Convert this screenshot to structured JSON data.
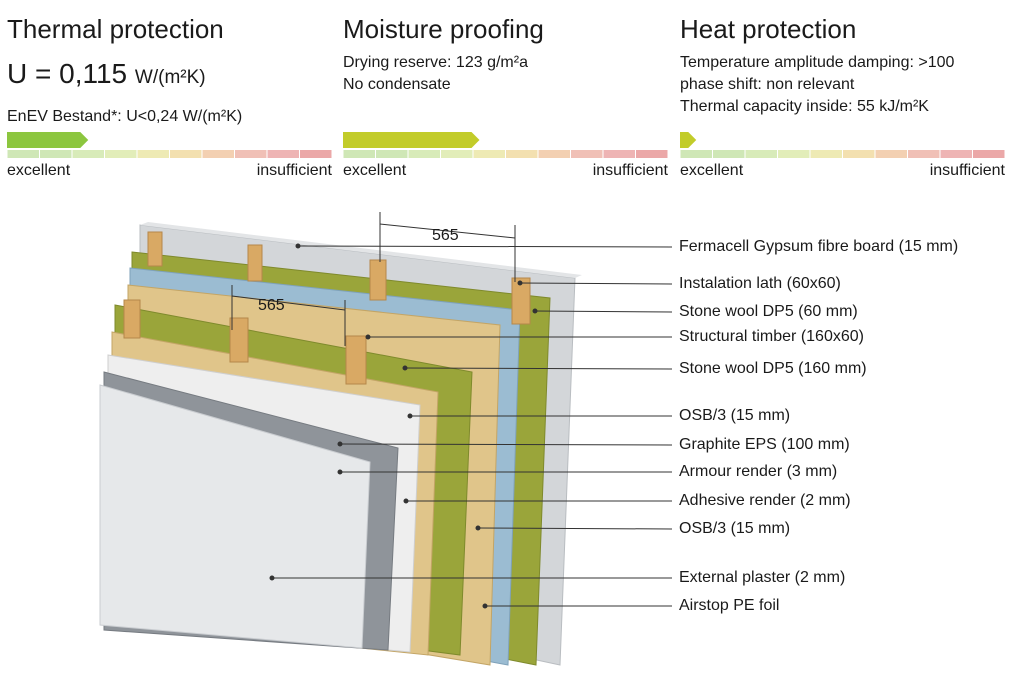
{
  "thermal": {
    "title": "Thermal protection",
    "u_prefix": "U = 0,115",
    "u_unit": "W/(m²K)",
    "enev": "EnEV Bestand*: U<0,24 W/(m²K)",
    "rating_fraction": 0.25,
    "scale_left": "excellent",
    "scale_right": "insufficient"
  },
  "moisture": {
    "title": "Moisture proofing",
    "line1": "Drying reserve: 123 g/m²a",
    "line2": "No condensate",
    "rating_fraction": 0.42,
    "scale_left": "excellent",
    "scale_right": "insufficient"
  },
  "heat": {
    "title": "Heat protection",
    "line1": "Temperature amplitude damping: >100",
    "line2": "phase shift: non relevant",
    "line3": "Thermal capacity inside: 55 kJ/m²K",
    "rating_fraction": 0.05,
    "scale_left": "excellent",
    "scale_right": "insufficient"
  },
  "colors": {
    "good": "#8cc63f",
    "mid": "#c2cc2a",
    "bad": "#e8a0a0",
    "stone_wool": "#9aa53a",
    "osb": "#e0c58a",
    "foil": "#9bbcd2",
    "eps": "#8f949a",
    "plaster": "#e6e8ea",
    "gypsum": "#d3d6d9",
    "timber": "#d9a964"
  },
  "diagram": {
    "dimension_top": "565",
    "dimension_mid": "565",
    "layers": [
      "Fermacell Gypsum fibre board (15 mm)",
      "Instalation lath (60x60)",
      "Stone wool DP5 (60 mm)",
      "Structural timber (160x60)",
      "Stone wool DP5 (160 mm)",
      "OSB/3 (15 mm)",
      "Graphite EPS (100 mm)",
      "Armour render (3 mm)",
      "Adhesive render (2 mm)",
      "OSB/3 (15 mm)",
      "External plaster (2 mm)",
      "Airstop PE foil"
    ]
  }
}
